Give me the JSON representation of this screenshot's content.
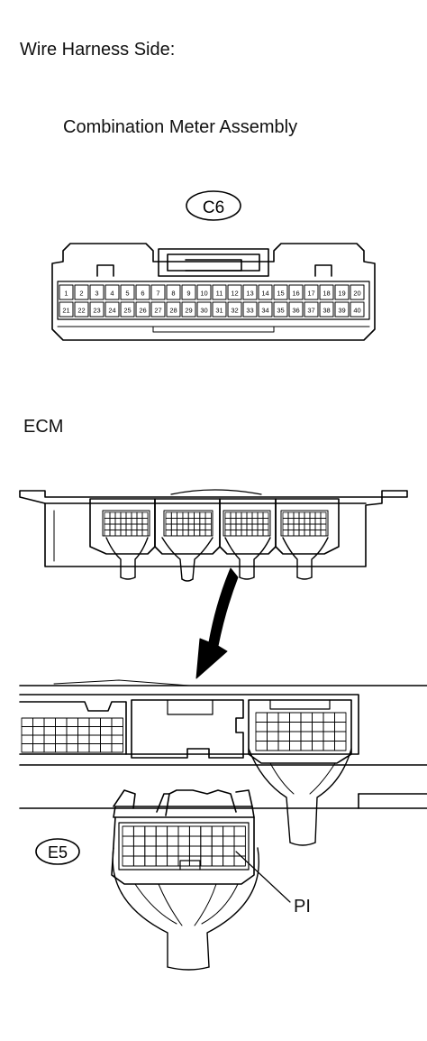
{
  "heading": "Wire Harness Side:",
  "connector_c6": {
    "title": "Combination Meter Assembly",
    "code": "C6",
    "pins_row1": [
      "1",
      "2",
      "3",
      "4",
      "5",
      "6",
      "7",
      "8",
      "9",
      "10",
      "11",
      "12",
      "13",
      "14",
      "15",
      "16",
      "17",
      "18",
      "19",
      "20"
    ],
    "pins_row2": [
      "21",
      "22",
      "23",
      "24",
      "25",
      "26",
      "27",
      "28",
      "29",
      "30",
      "31",
      "32",
      "33",
      "34",
      "35",
      "36",
      "37",
      "38",
      "39",
      "40"
    ]
  },
  "ecm": {
    "label": "ECM",
    "connector_code": "E5",
    "pin_label": "PI"
  }
}
